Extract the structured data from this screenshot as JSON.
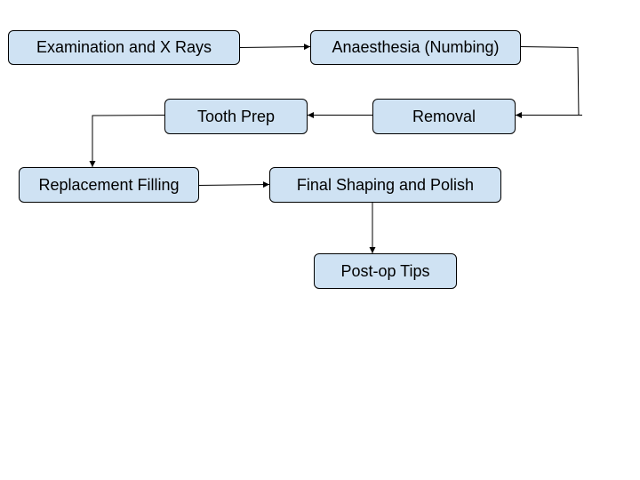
{
  "diagram": {
    "type": "flowchart",
    "colors": {
      "node_fill": "#cfe2f3",
      "node_border": "#000000",
      "connector": "#000000",
      "text": "#000000"
    },
    "nodes": {
      "examination": "Examination and X Rays",
      "anaesthesia": "Anaesthesia (Numbing)",
      "removal": "Removal",
      "tooth_prep": "Tooth Prep",
      "replacement": "Replacement Filling",
      "final_shaping": "Final Shaping and Polish",
      "post_op": "Post-op Tips"
    },
    "edges": [
      {
        "from": "examination",
        "to": "anaesthesia"
      },
      {
        "from": "anaesthesia",
        "to": "removal"
      },
      {
        "from": "removal",
        "to": "tooth_prep"
      },
      {
        "from": "tooth_prep",
        "to": "replacement"
      },
      {
        "from": "replacement",
        "to": "final_shaping"
      },
      {
        "from": "final_shaping",
        "to": "post_op"
      }
    ]
  }
}
